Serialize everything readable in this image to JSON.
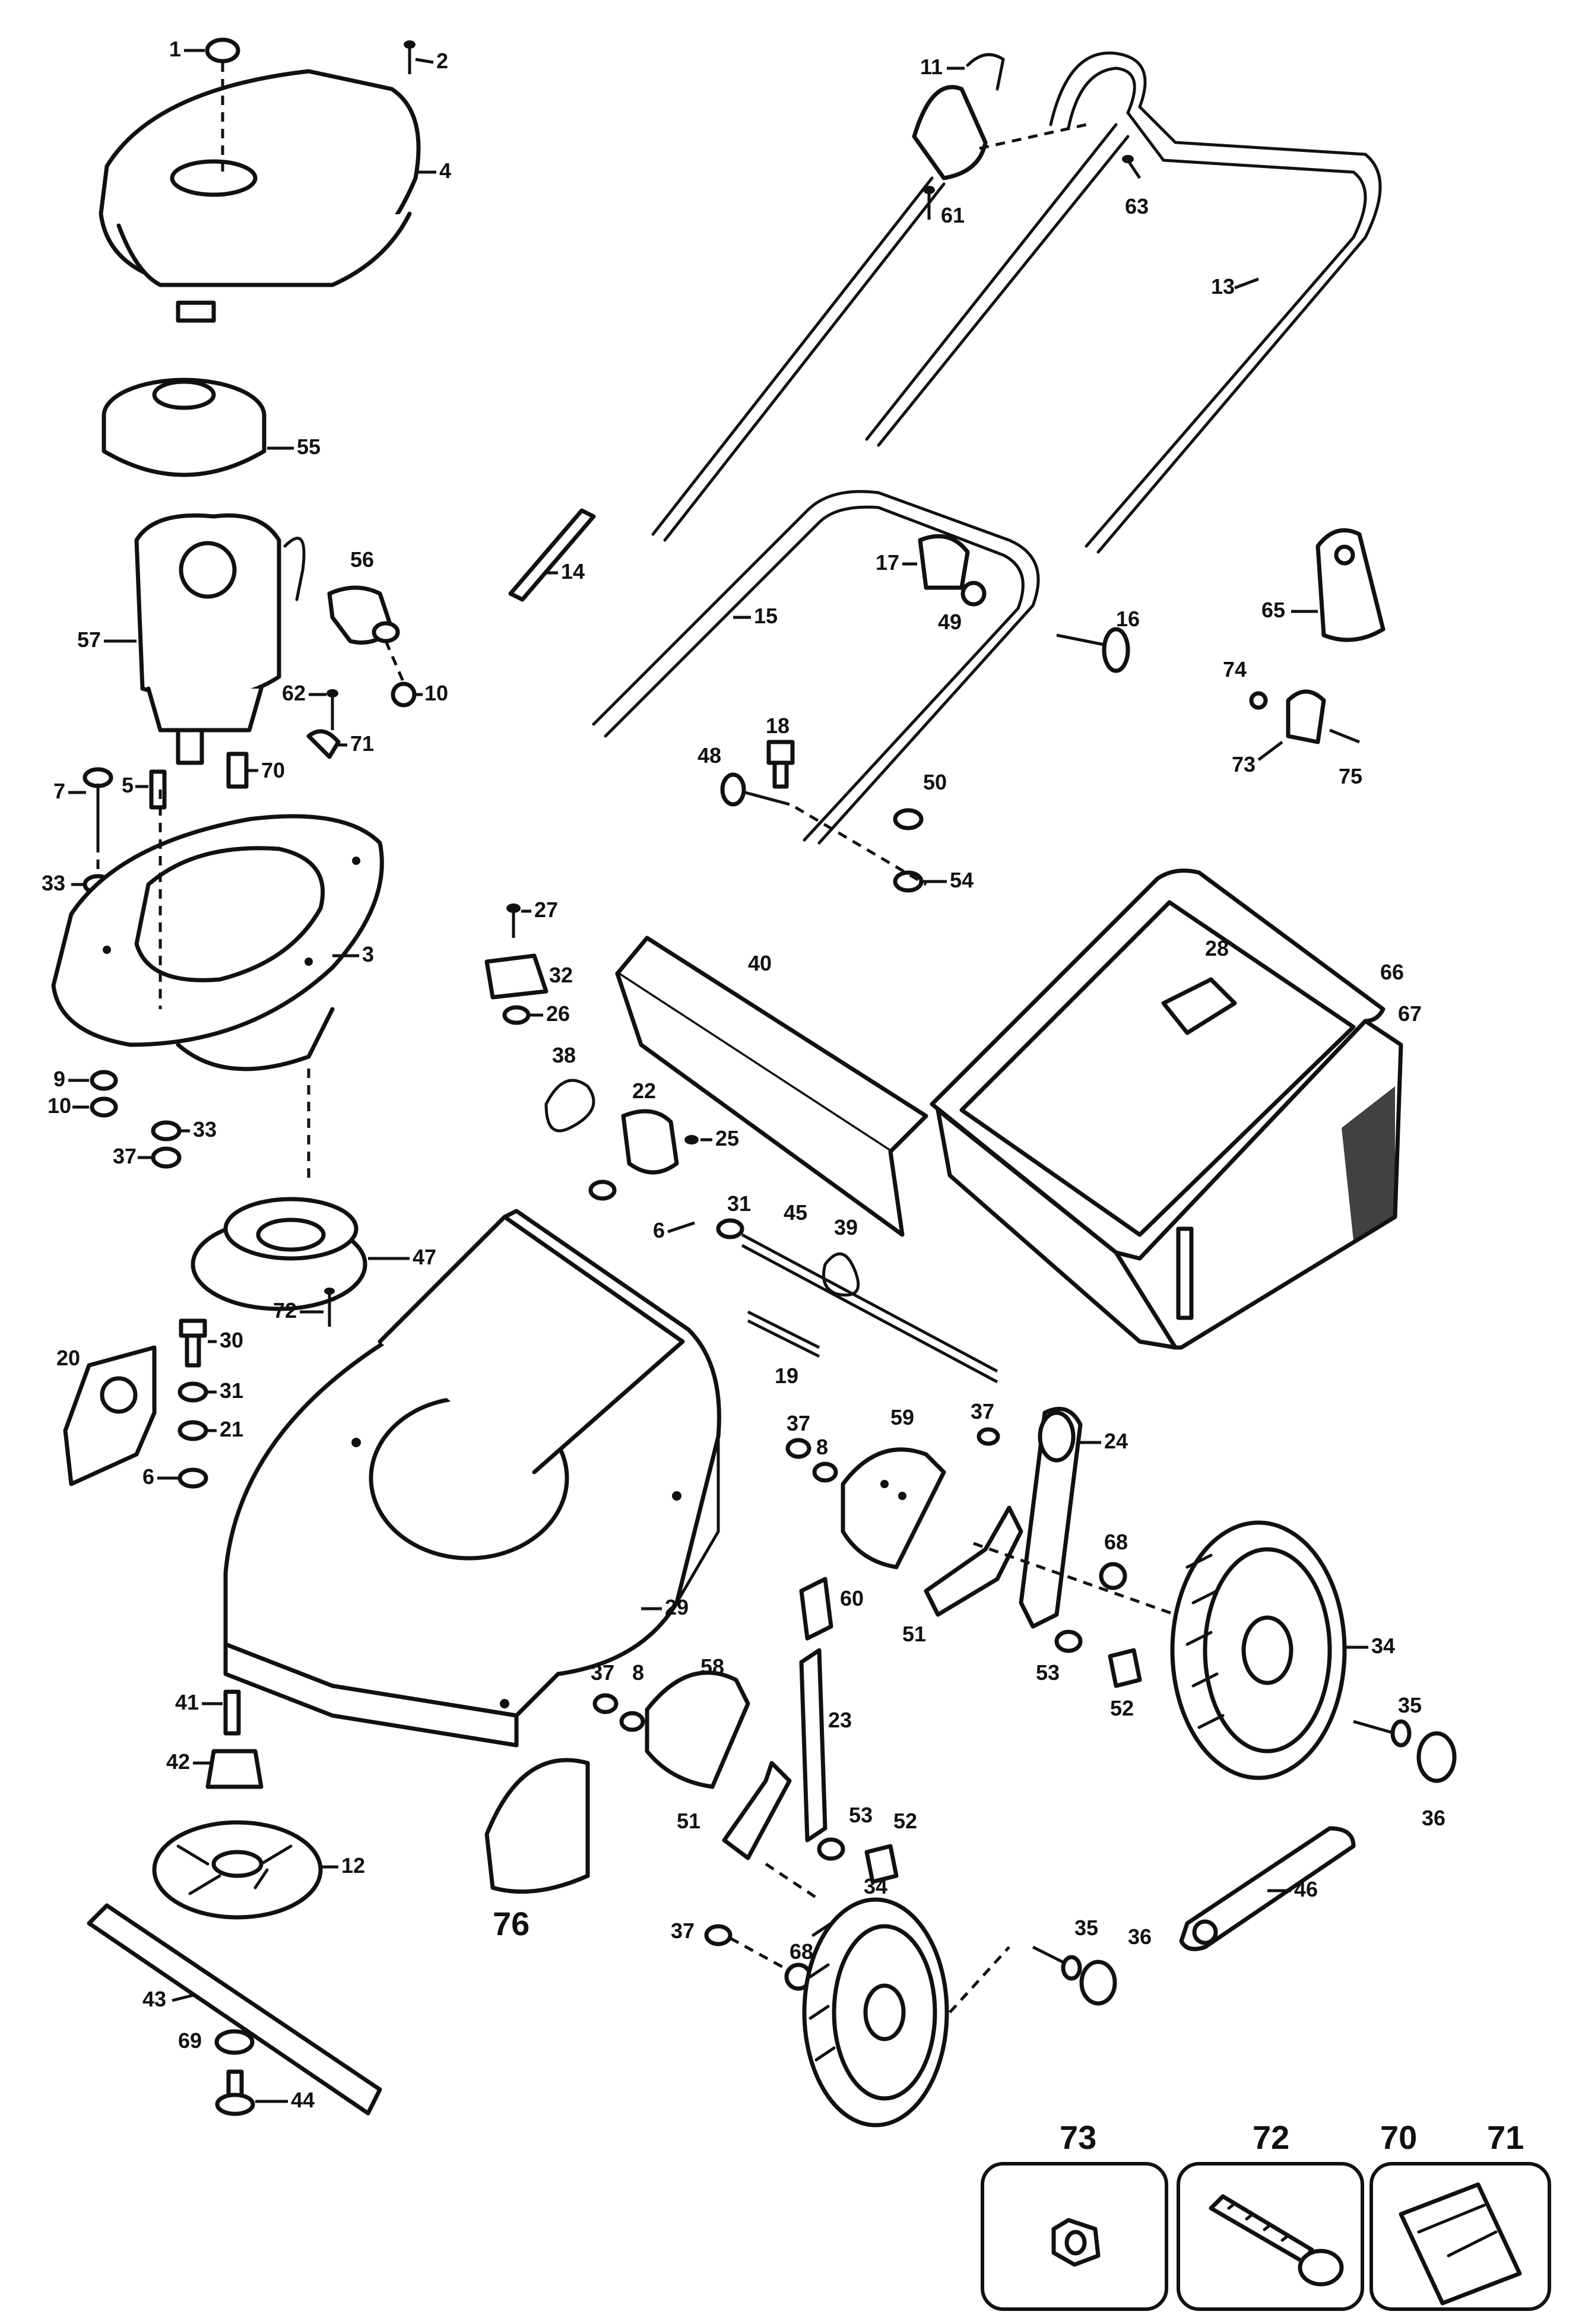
{
  "part_labels": {
    "p1": "1",
    "p2": "2",
    "p4": "4",
    "p55": "55",
    "p56": "56",
    "p57": "57",
    "p10a": "10",
    "p62": "62",
    "p71": "71",
    "p70": "70",
    "p7": "7",
    "p5": "5",
    "p33a": "33",
    "p3": "3",
    "p9": "9",
    "p10b": "10",
    "p33b": "33",
    "p37a": "37",
    "p47": "47",
    "p72": "72",
    "p20": "20",
    "p30": "30",
    "p31a": "31",
    "p21": "21",
    "p6a": "6",
    "p11": "11",
    "p61": "61",
    "p63": "63",
    "p13": "13",
    "p14": "14",
    "p15": "15",
    "p17": "17",
    "p49": "49",
    "p16": "16",
    "p65": "65",
    "p74": "74",
    "p73a": "73",
    "p75": "75",
    "p18": "18",
    "p48": "48",
    "p50": "50",
    "p54": "54",
    "p27": "27",
    "p32": "32",
    "p26": "26",
    "p40": "40",
    "p28": "28",
    "p66": "66",
    "p67": "67",
    "p38": "38",
    "p22": "22",
    "p25": "25",
    "p6b": "6",
    "p31b": "31",
    "p45": "45",
    "p39": "39",
    "p19": "19",
    "p29": "29",
    "p37b": "37",
    "p8a": "8",
    "p59": "59",
    "p37c": "37",
    "p24": "24",
    "p51a": "51",
    "p68a": "68",
    "p53a": "53",
    "p52a": "52",
    "p34a": "34",
    "p35a": "35",
    "p36a": "36",
    "p60": "60",
    "p41": "41",
    "p42": "42",
    "p37d": "37",
    "p8b": "8",
    "p58": "58",
    "p23": "23",
    "p51b": "51",
    "p53b": "53",
    "p52b": "52",
    "p12": "12",
    "p43": "43",
    "p69": "69",
    "p44": "44",
    "p76": "76",
    "p37e": "37",
    "p68b": "68",
    "p34b": "34",
    "p35b": "35",
    "p36b": "36",
    "p46": "46"
  },
  "legend": {
    "box1_label": "73",
    "box2_label": "72",
    "box3_label_a": "70",
    "box3_label_b": "71"
  }
}
